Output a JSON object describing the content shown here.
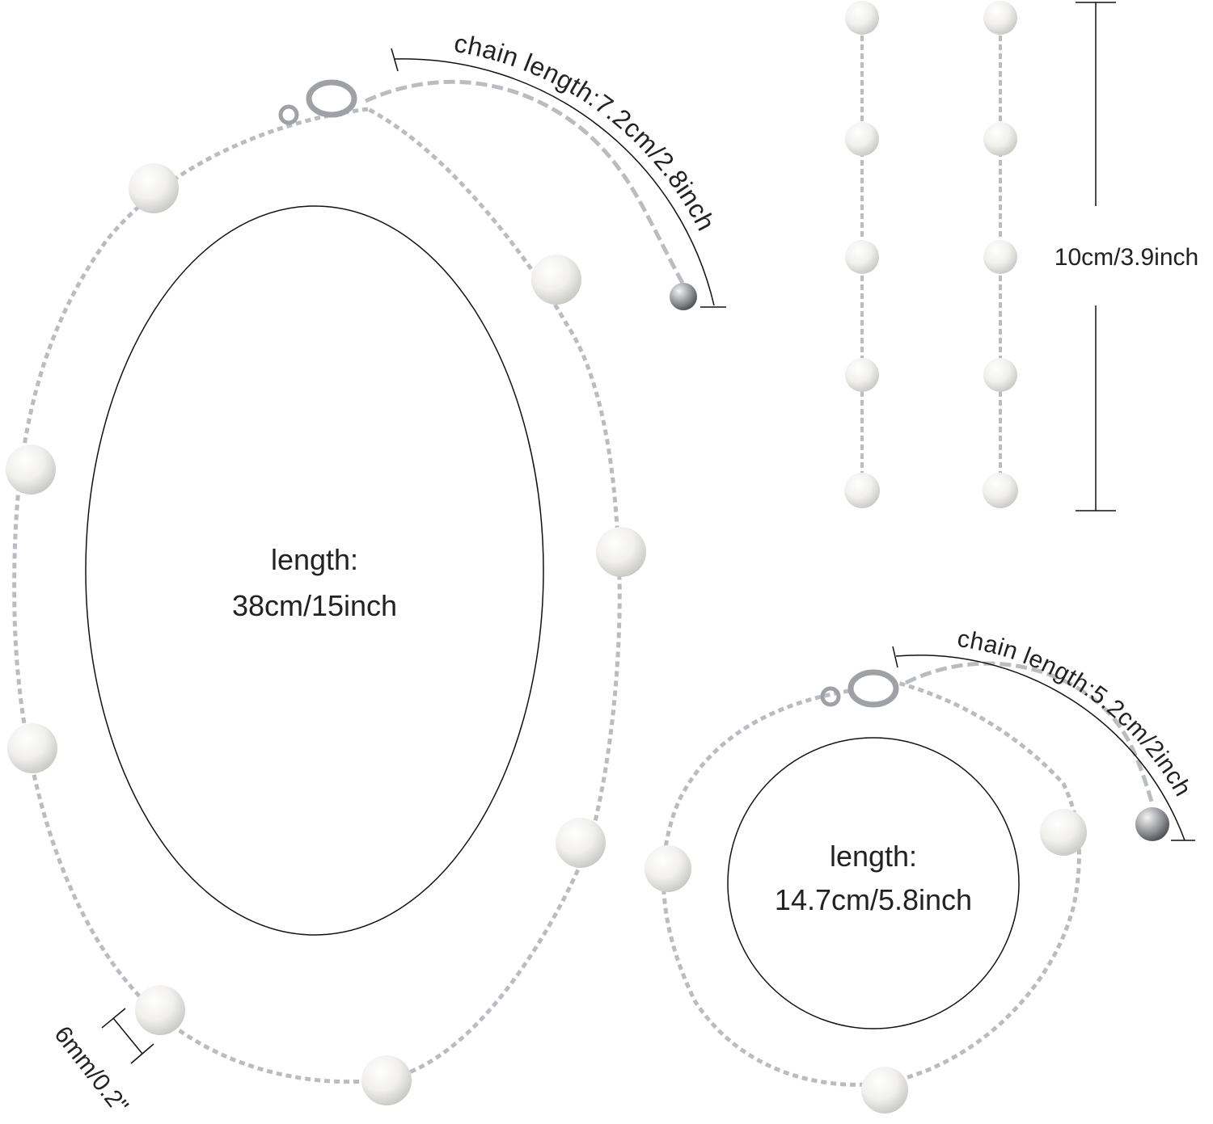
{
  "necklace": {
    "length_line1": "length:",
    "length_line2": "38cm/15inch",
    "chain_label": "chain length:7.2cm/2.8inch",
    "pearl_size": "6mm/0.2\""
  },
  "earrings": {
    "length_label": "10cm/3.9inch"
  },
  "bracelet": {
    "length_line1": "length:",
    "length_line2": "14.7cm/5.8inch",
    "chain_label": "chain length:5.2cm/2inch"
  },
  "colors": {
    "chain": "#b9bcc1",
    "pearl": "#f4f3f0",
    "outline": "#111111",
    "text": "#222222"
  }
}
